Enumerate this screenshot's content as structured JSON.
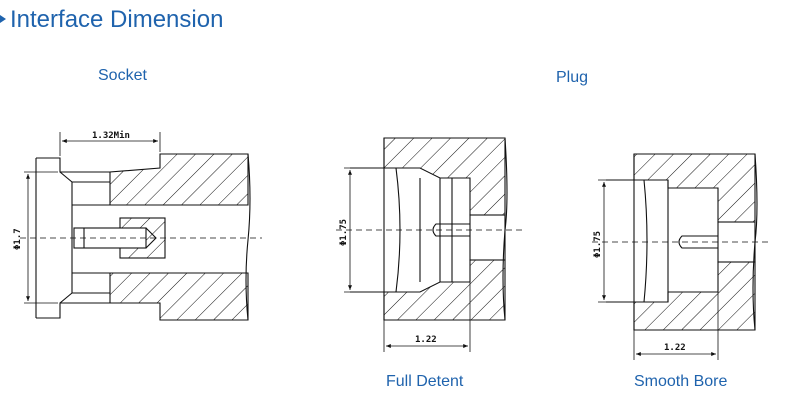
{
  "page": {
    "title": "Interface Dimension",
    "accent_color": "#1f63ad"
  },
  "socket": {
    "heading": "Socket",
    "dim_top": "1.32Min",
    "dim_dia": "Φ1.7"
  },
  "plug": {
    "heading": "Plug",
    "full_detent": {
      "caption": "Full Detent",
      "dim_dia": "Φ1.75",
      "dim_len": "1.22"
    },
    "smooth_bore": {
      "caption": "Smooth Bore",
      "dim_dia": "Φ1.75",
      "dim_len": "1.22"
    }
  }
}
